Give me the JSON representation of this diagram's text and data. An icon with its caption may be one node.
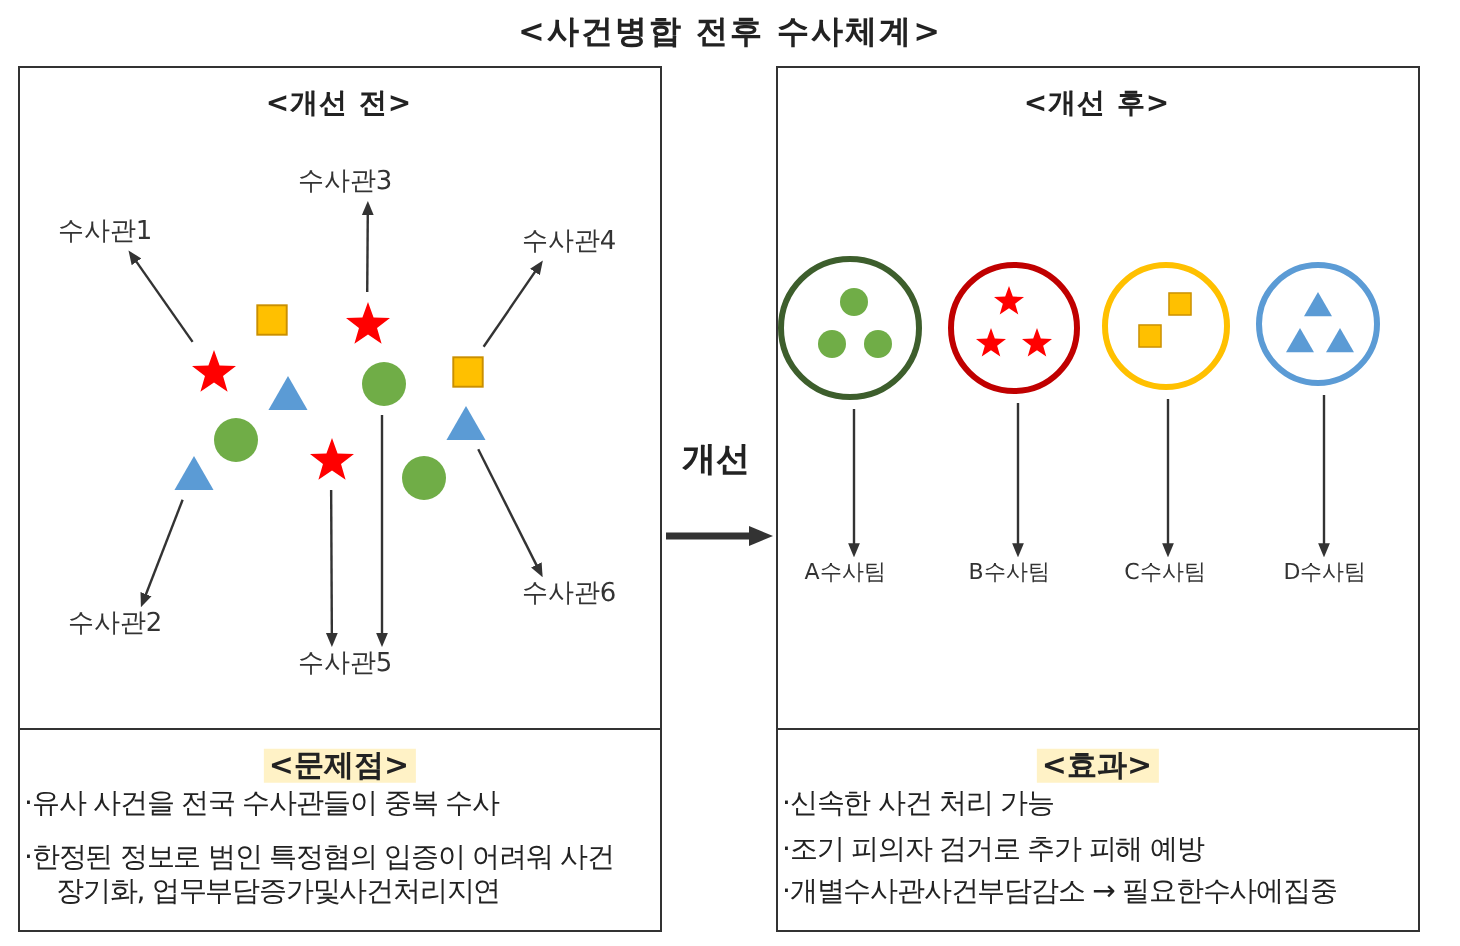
{
  "diagram": {
    "title": "<사건병합 전후 수사체계>",
    "nodes": [
      {
        "text": [
          "<개선 전>"
        ]
      },
      {
        "text": [
          "수사관1"
        ],
        "in": 0
      },
      {
        "text": [
          "수사관2"
        ],
        "in": 0
      },
      {
        "text": [
          "수사관3"
        ],
        "in": 0
      },
      {
        "text": [
          "수사관4"
        ],
        "in": 0
      },
      {
        "text": [
          "수사관5"
        ],
        "in": 0
      },
      {
        "text": [
          "수사관6"
        ],
        "in": 0
      },
      {
        "text": [],
        "shape": "square",
        "in": 0
      },
      {
        "text": [],
        "shape": "star",
        "in": 0
      },
      {
        "text": [],
        "shape": "star",
        "in": 0
      },
      {
        "text": [],
        "shape": "triangle",
        "in": 0
      },
      {
        "text": [],
        "shape": "circle",
        "in": 0
      },
      {
        "text": [],
        "shape": "square",
        "in": 0
      },
      {
        "text": [],
        "shape": "triangle",
        "in": 0
      },
      {
        "text": [],
        "shape": "circle",
        "in": 0
      },
      {
        "text": [],
        "shape": "star",
        "in": 0
      },
      {
        "text": [],
        "shape": "triangle",
        "in": 0
      },
      {
        "text": [],
        "shape": "circle",
        "in": 0
      },
      {
        "text": [
          "<문제점>",
          "·유사 사건을 전국 수사관들이 중복 수사",
          "·한정된 정보로 범인 특정혐의 입증이 어려워 사건 장기화, 업무부담증가및사건처리지연"
        ]
      },
      {
        "text": [
          "<개선 후>"
        ]
      },
      {
        "text": [],
        "shape": "circle",
        "in": 19
      },
      {
        "text": [],
        "shape": "circle",
        "in": 20
      },
      {
        "text": [],
        "shape": "circle",
        "in": 20
      },
      {
        "text": [],
        "shape": "circle",
        "in": 20
      },
      {
        "text": [],
        "shape": "circle",
        "in": 19
      },
      {
        "text": [],
        "shape": "star",
        "in": 24
      },
      {
        "text": [],
        "shape": "star",
        "in": 24
      },
      {
        "text": [],
        "shape": "star",
        "in": 24
      },
      {
        "text": [],
        "shape": "circle",
        "in": 19
      },
      {
        "text": [],
        "shape": "square",
        "in": 28
      },
      {
        "text": [],
        "shape": "square",
        "in": 28
      },
      {
        "text": [],
        "shape": "circle",
        "in": 19
      },
      {
        "text": [],
        "shape": "triangle",
        "in": 31
      },
      {
        "text": [],
        "shape": "triangle",
        "in": 31
      },
      {
        "text": [],
        "shape": "triangle",
        "in": 31
      },
      {
        "text": [
          "A수사팀"
        ],
        "in": 19
      },
      {
        "text": [
          "B수사팀"
        ],
        "in": 19
      },
      {
        "text": [
          "C수사팀"
        ],
        "in": 19
      },
      {
        "text": [
          "D수사팀"
        ],
        "in": 19
      },
      {
        "text": [
          "<효과>",
          "·신속한 사건 처리 가능",
          "·조기 피의자 검거로 추가 피해 예방",
          "·개별수사관사건부담감소 → 필요한수사에집중"
        ]
      }
    ],
    "edges": [
      {
        "from": 9,
        "to": 1,
        "arrow": "to"
      },
      {
        "from": 16,
        "to": 2,
        "arrow": "to"
      },
      {
        "from": 8,
        "to": 3,
        "arrow": "to"
      },
      {
        "from": 12,
        "to": 4,
        "arrow": "to"
      },
      {
        "from": 15,
        "to": 5,
        "arrow": "to"
      },
      {
        "from": 11,
        "to": 5,
        "arrow": "to"
      },
      {
        "from": 13,
        "to": 6,
        "arrow": "to"
      },
      {
        "from": 0,
        "to": 19,
        "arrow": "to",
        "label": "개선",
        "style": "thick"
      },
      {
        "from": 20,
        "to": 35,
        "arrow": "to"
      },
      {
        "from": 24,
        "to": 36,
        "arrow": "to"
      },
      {
        "from": 28,
        "to": 37,
        "arrow": "to"
      },
      {
        "from": 31,
        "to": 38,
        "arrow": "to"
      }
    ]
  }
}
